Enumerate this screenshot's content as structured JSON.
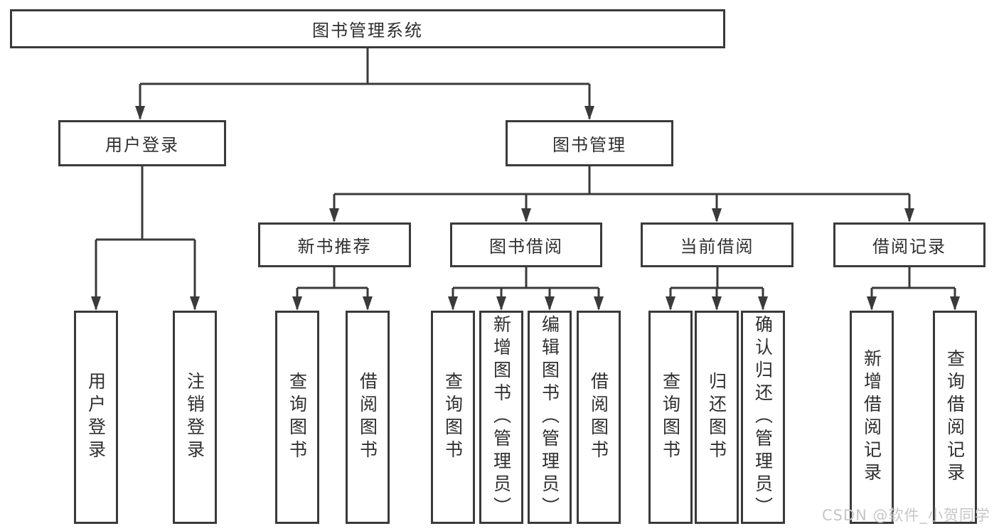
{
  "tree": {
    "label": "图书管理系统",
    "children": [
      {
        "label": "用户登录",
        "children": [
          {
            "label": "用户登录"
          },
          {
            "label": "注销登录"
          }
        ]
      },
      {
        "label": "图书管理",
        "children": [
          {
            "label": "新书推荐",
            "children": [
              {
                "label": "查询图书"
              },
              {
                "label": "借阅图书"
              }
            ]
          },
          {
            "label": "图书借阅",
            "children": [
              {
                "label": "查询图书"
              },
              {
                "label": "新增图书（管理员）"
              },
              {
                "label": "编辑图书（管理员）"
              },
              {
                "label": "借阅图书"
              }
            ]
          },
          {
            "label": "当前借阅",
            "children": [
              {
                "label": "查询图书"
              },
              {
                "label": "归还图书"
              },
              {
                "label": "确认归还（管理员）"
              }
            ]
          },
          {
            "label": "借阅记录",
            "children": [
              {
                "label": "新增借阅记录"
              },
              {
                "label": "查询借阅记录"
              }
            ]
          }
        ]
      }
    ]
  },
  "watermark": {
    "text": "CSDN @软件_小贺同学"
  },
  "colors": {
    "line": "#3a3a3a",
    "box_border": "#3a3a3a",
    "text": "#2f2f2f",
    "watermark": "#c6c6c6"
  }
}
